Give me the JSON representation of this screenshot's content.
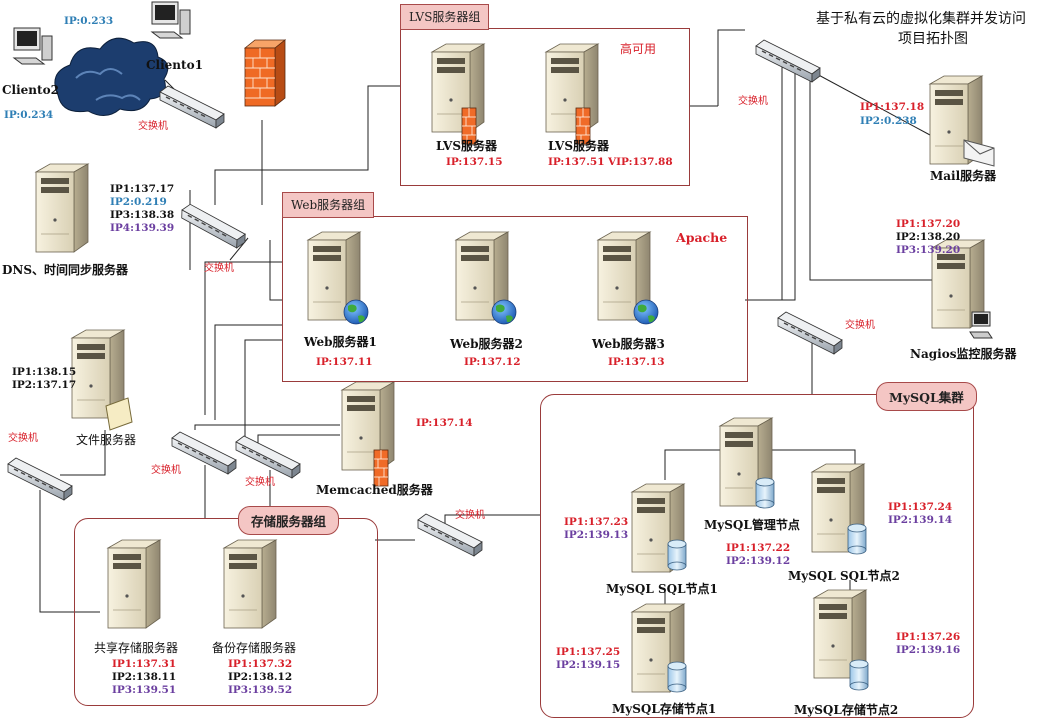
{
  "title": {
    "line1": "基于私有云的虚拟化集群并发访问",
    "line2": "项目拓扑图"
  },
  "switch_label": "交换机",
  "clients": {
    "client0": {
      "name": "Cliento1",
      "ip": "IP:0.233"
    },
    "client2": {
      "name": "Cliento2",
      "ip": "IP:0.234"
    }
  },
  "groups": {
    "lvs": "LVS服务器组",
    "web": "Web服务器组",
    "storage": "存储服务器组",
    "mysql": "MySQL集群"
  },
  "lvs": {
    "ha": "高可用",
    "s1": {
      "name": "LVS服务器",
      "ip": "IP:137.15"
    },
    "s2": {
      "name": "LVS服务器",
      "ip": "IP:137.51",
      "vip": "VIP:137.88"
    }
  },
  "web": {
    "apache": "Apache",
    "s1": {
      "name": "Web服务器1",
      "ip": "IP:137.11"
    },
    "s2": {
      "name": "Web服务器2",
      "ip": "IP:137.12"
    },
    "s3": {
      "name": "Web服务器3",
      "ip": "IP:137.13"
    }
  },
  "dns": {
    "name": "DNS、时间同步服务器",
    "ip1": "IP1:137.17",
    "ip2": "IP2:0.219",
    "ip3": "IP3:138.38",
    "ip4": "IP4:139.39"
  },
  "mail": {
    "name": "Mail服务器",
    "ip1": "IP1:137.18",
    "ip2": "IP2:0.238"
  },
  "nagios": {
    "name": "Nagios监控服务器",
    "ip1": "IP1:137.20",
    "ip2": "IP2:138.20",
    "ip3": "IP3:139.20"
  },
  "file": {
    "name": "文件服务器",
    "ip1": "IP1:138.15",
    "ip2": "IP2:137.17"
  },
  "memcached": {
    "name": "Memcached服务器",
    "ip": "IP:137.14"
  },
  "storage": {
    "shared": {
      "name": "共享存储服务器",
      "ip1": "IP1:137.31",
      "ip2": "IP2:138.11",
      "ip3": "IP3:139.51"
    },
    "backup": {
      "name": "备份存储服务器",
      "ip1": "IP1:137.32",
      "ip2": "IP2:138.12",
      "ip3": "IP3:139.52"
    }
  },
  "mysql": {
    "mgmt": {
      "name": "MySQL管理节点",
      "ip1": "IP1:137.22",
      "ip2": "IP2:139.12"
    },
    "sql1": {
      "name": "MySQL SQL节点1",
      "ip1": "IP1:137.23",
      "ip2": "IP2:139.13"
    },
    "sql2": {
      "name": "MySQL SQL节点2",
      "ip1": "IP1:137.24",
      "ip2": "IP2:139.14"
    },
    "st1": {
      "name": "MySQL存储节点1",
      "ip1": "IP1:137.25",
      "ip2": "IP2:139.15"
    },
    "st2": {
      "name": "MySQL存储节点2",
      "ip1": "IP1:137.26",
      "ip2": "IP2:139.16"
    }
  },
  "colors": {
    "ip_red": "#d8202a",
    "ip_blue": "#2f7fb5",
    "ip_purple": "#6b3fa0",
    "group_border": "#9a3b3b",
    "group_tab": "#f4c6c4"
  }
}
